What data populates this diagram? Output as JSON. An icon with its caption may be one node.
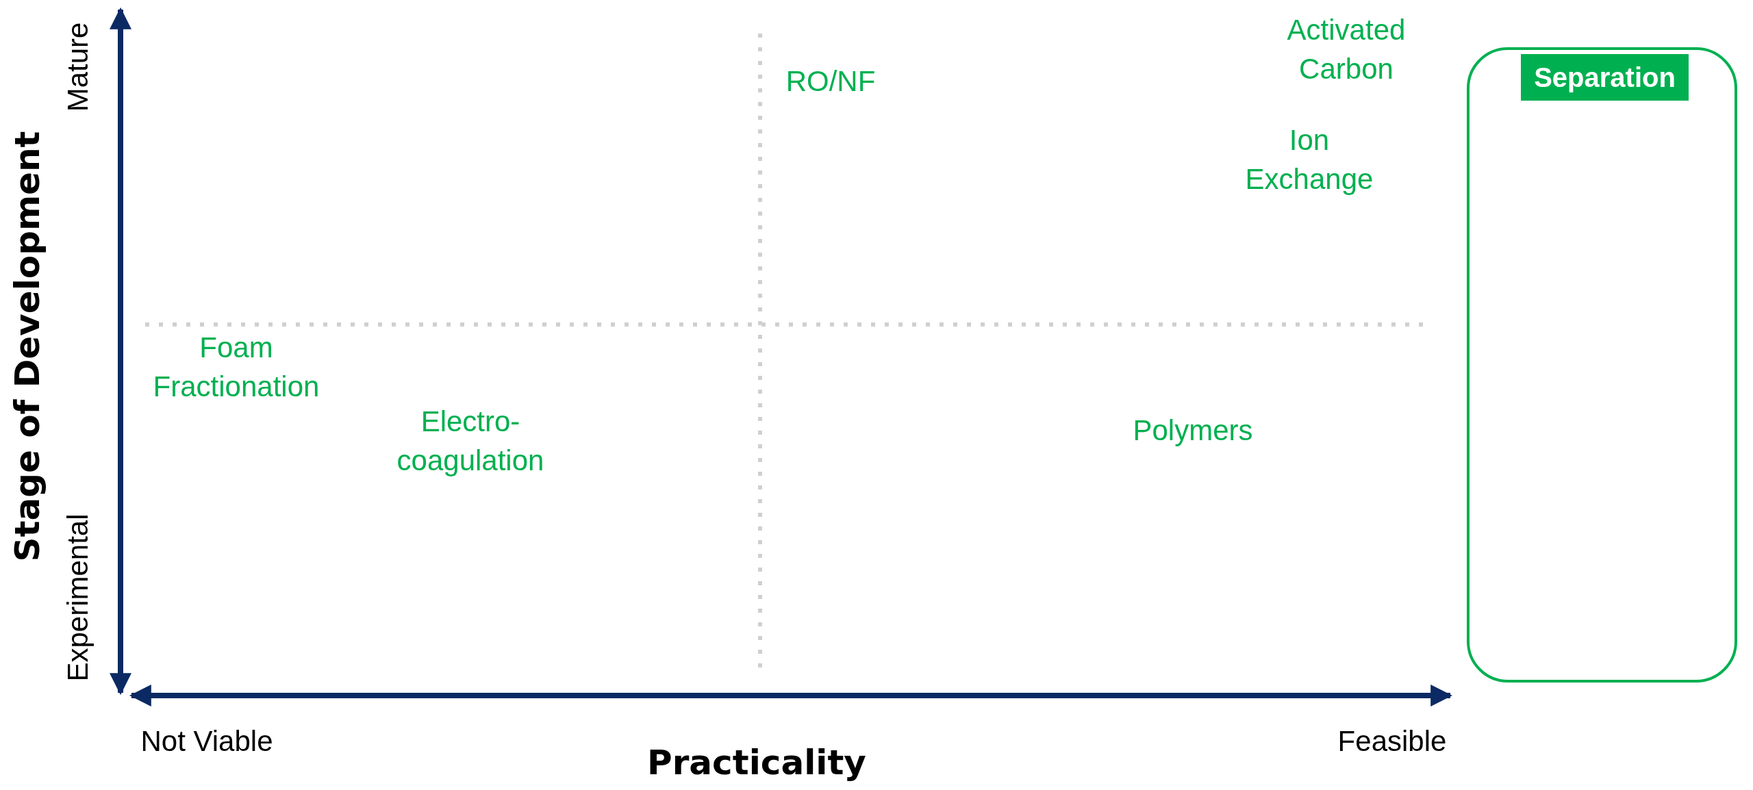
{
  "diagram": {
    "nodes": [
      {
        "text": [
          "Separation"
        ]
      }
    ],
    "labels": [
      "Mature",
      "Activated Carbon",
      "RO/NF",
      "Ion Exchange",
      "Stage of Development",
      "Foam Fractionation",
      "Polymers",
      "Electro-coagulation",
      "Experimental",
      "Not Viable",
      "Feasible",
      "Practicality"
    ]
  }
}
